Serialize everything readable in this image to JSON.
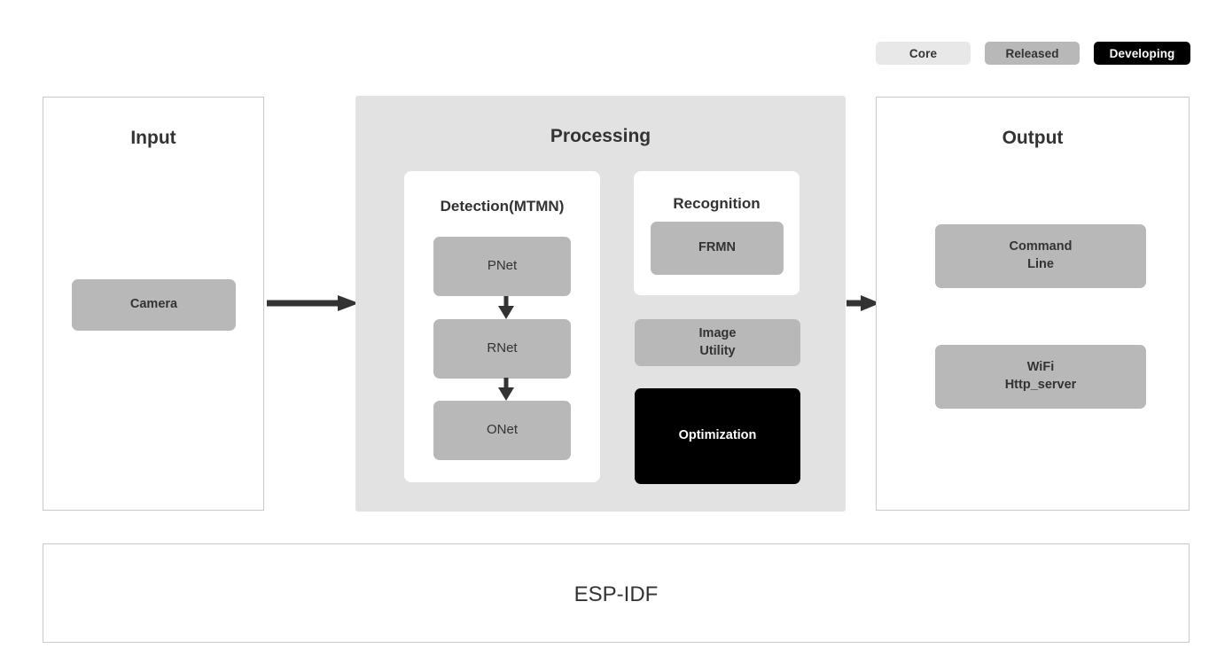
{
  "legend": {
    "items": [
      {
        "label": "Core",
        "color": "#e8e8e8",
        "text_color": "#333333"
      },
      {
        "label": "Released",
        "color": "#b8b8b8",
        "text_color": "#333333"
      },
      {
        "label": "Developing",
        "color": "#000000",
        "text_color": "#ffffff"
      }
    ]
  },
  "panels": {
    "input": {
      "title": "Input",
      "nodes": [
        {
          "label": "Camera",
          "status": "Released"
        }
      ]
    },
    "processing": {
      "title": "Processing",
      "detection": {
        "title": "Detection(MTMN)",
        "nodes": [
          {
            "label": "PNet",
            "status": "Released"
          },
          {
            "label": "RNet",
            "status": "Released"
          },
          {
            "label": "ONet",
            "status": "Released"
          }
        ]
      },
      "recognition": {
        "title": "Recognition",
        "nodes": [
          {
            "label": "FRMN",
            "status": "Released"
          }
        ]
      },
      "extra_nodes": [
        {
          "label_line1": "Image",
          "label_line2": "Utility",
          "status": "Released"
        },
        {
          "label_line1": "Optimization",
          "label_line2": "",
          "status": "Developing"
        }
      ]
    },
    "output": {
      "title": "Output",
      "nodes": [
        {
          "label_line1": "Command",
          "label_line2": "Line",
          "status": "Released"
        },
        {
          "label_line1": "WiFi",
          "label_line2": "Http_server",
          "status": "Released"
        }
      ]
    },
    "foundation": {
      "title": "ESP-IDF"
    }
  },
  "arrows": {
    "input_to_processing": "arrow-right",
    "processing_to_output": "arrow-right",
    "pnet_to_rnet": "arrow-down",
    "rnet_to_onet": "arrow-down"
  },
  "colors": {
    "node_gray": "#b8b8b8",
    "panel_gray": "#e2e2e2",
    "badge_light": "#e8e8e8",
    "developing_black": "#000000",
    "border": "#c9c9c9",
    "text": "#333333",
    "arrow": "#333333"
  }
}
